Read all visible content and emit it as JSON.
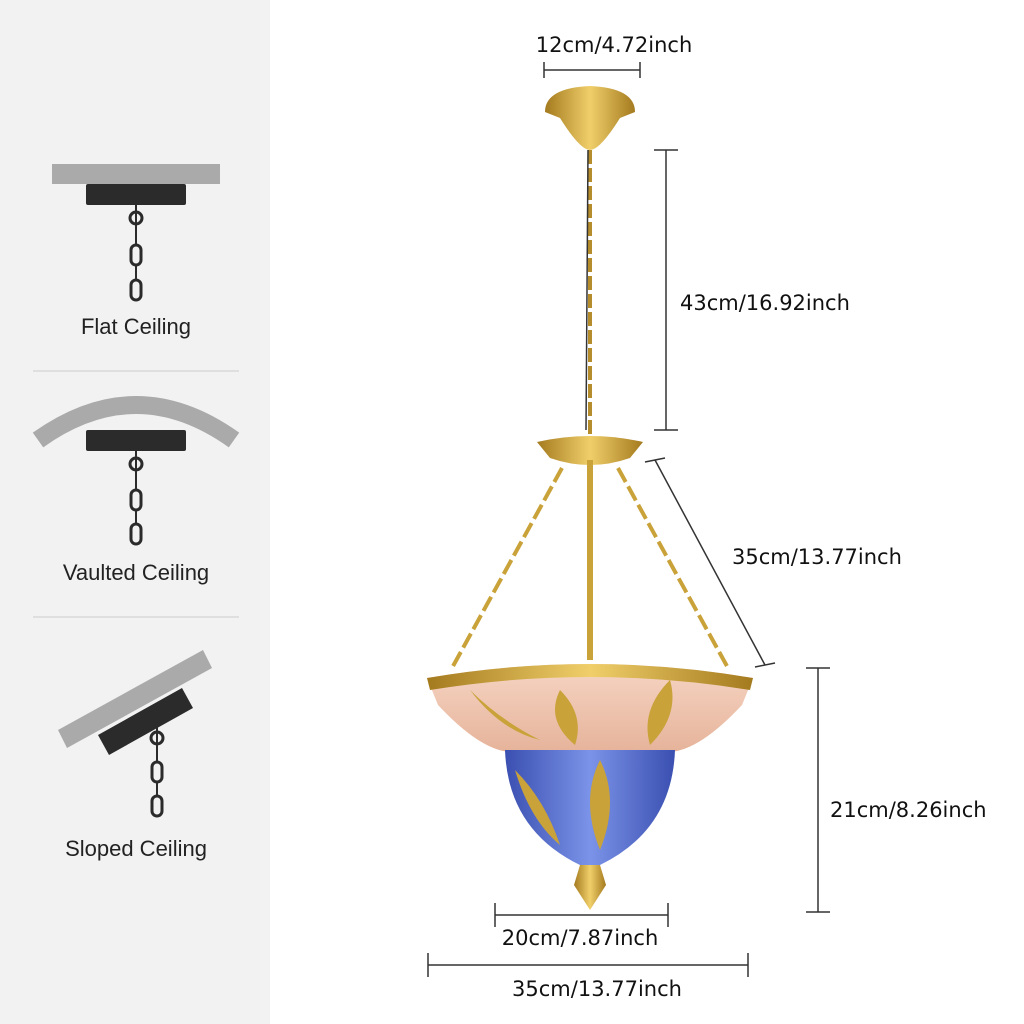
{
  "mounting_options": [
    {
      "label": "Flat Ceiling",
      "icon": "flat-ceiling-icon"
    },
    {
      "label": "Vaulted Ceiling",
      "icon": "vaulted-ceiling-icon"
    },
    {
      "label": "Sloped Ceiling",
      "icon": "sloped-ceiling-icon"
    }
  ],
  "dimensions": {
    "canopy_width": "12cm/4.72inch",
    "chain_length": "43cm/16.92inch",
    "arm_chain_length": "35cm/13.77inch",
    "body_height": "21cm/8.26inch",
    "lower_bowl_width": "20cm/7.87inch",
    "total_width": "35cm/13.77inch"
  },
  "colors": {
    "gold": "#c9a23a",
    "blue_glass": "#4a63c8",
    "pink_glass": "#f0c8b4",
    "panel": "#f2f2f2"
  }
}
